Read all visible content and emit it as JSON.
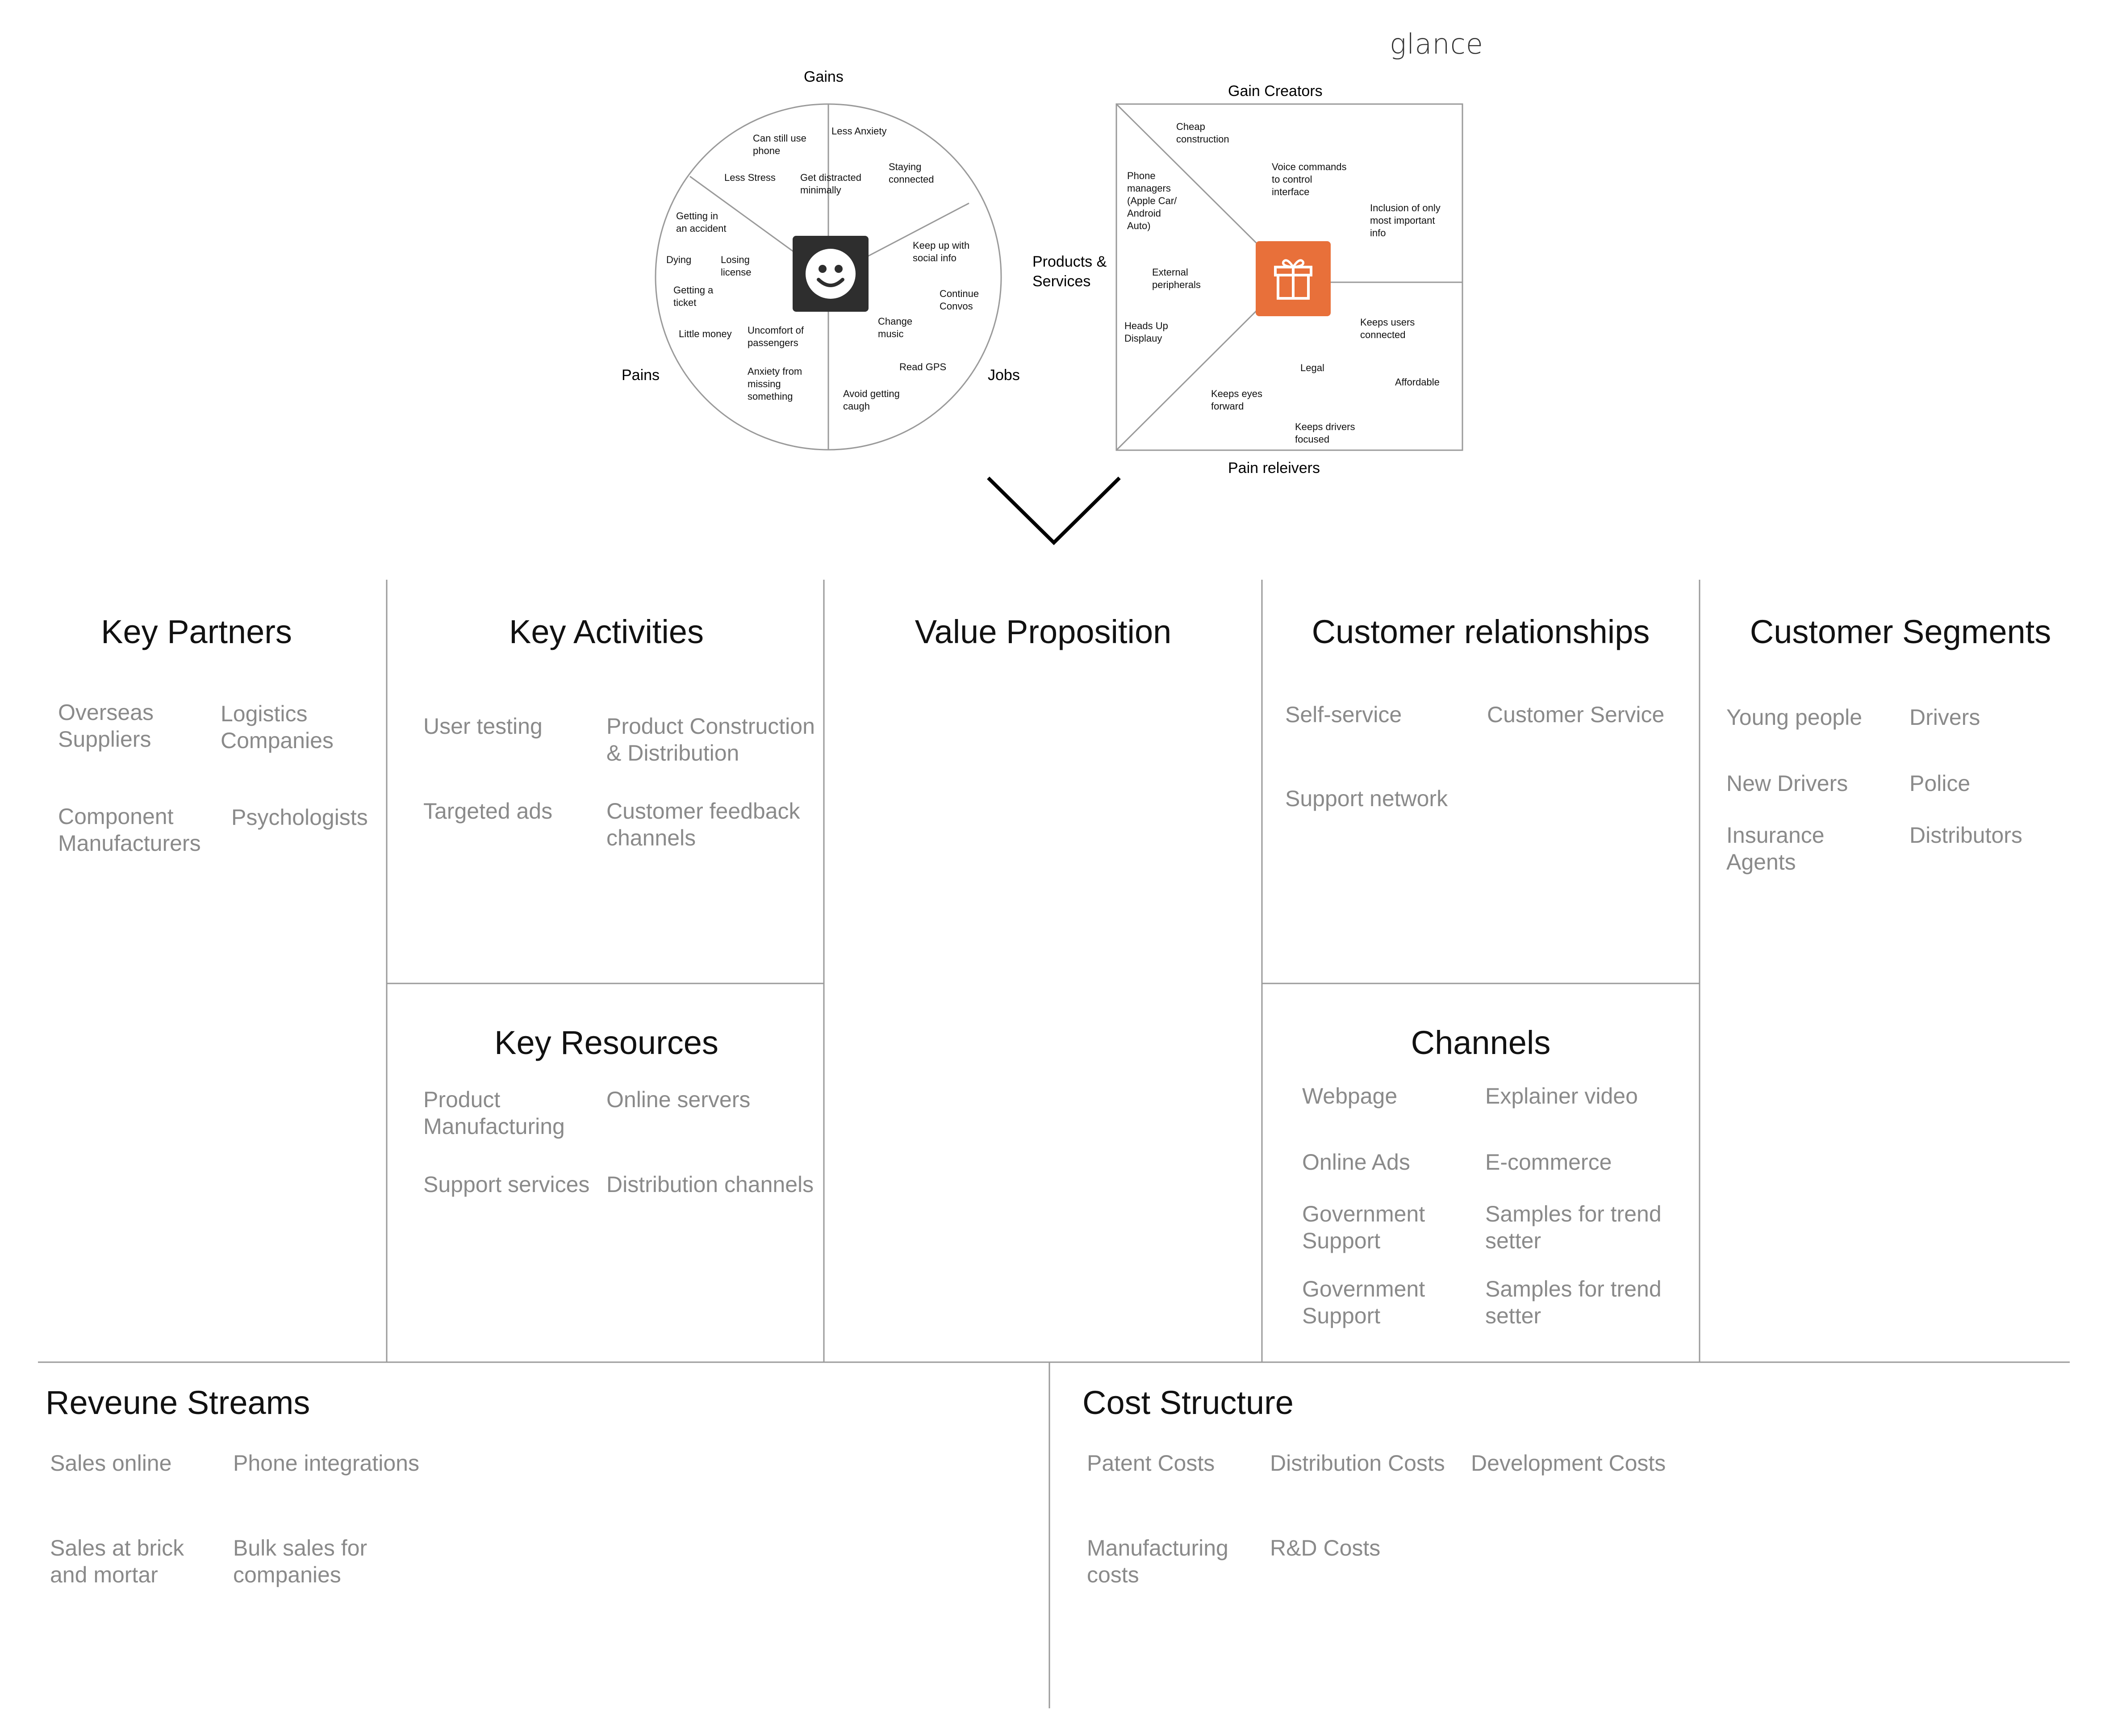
{
  "brand": {
    "logo_text": "glance"
  },
  "profile": {
    "labels": {
      "gains": "Gains",
      "pains": "Pains",
      "jobs": "Jobs"
    },
    "gains": [
      "Can still use\nphone",
      "Less Anxiety",
      "Less Stress",
      "Get distracted\nminimally",
      "Staying\nconnected"
    ],
    "pains": [
      "Getting in\nan accident",
      "Dying",
      "Losing\nlicense",
      "Getting a\nticket",
      "Little money",
      "Uncomfort of\npassengers",
      "Anxiety from\nmissing\nsomething"
    ],
    "jobs": [
      "Keep up with\nsocial info",
      "Continue\nConvos",
      "Change\nmusic",
      "Read GPS",
      "Avoid getting\ncaugh"
    ]
  },
  "value_map": {
    "labels": {
      "gain_creators": "Gain Creators",
      "products_services": "Products &\nServices",
      "pain_relievers": "Pain releivers"
    },
    "gain_creators": [
      "Cheap\nconstruction",
      "Voice commands\nto control\ninterface",
      "Inclusion of only\nmost important\ninfo"
    ],
    "products_services": [
      "Phone\nmanagers\n(Apple Car/\nAndroid\nAuto)",
      "External\nperipherals",
      "Heads Up\nDisplauy"
    ],
    "pain_relievers": [
      "Keeps users\nconnected",
      "Legal",
      "Affordable",
      "Keeps eyes\nforward",
      "Keeps drivers\nfocused"
    ],
    "icon_color": "#e8703a"
  },
  "canvas": {
    "key_partners": {
      "title": "Key Partners",
      "items": [
        "Overseas\nSuppliers",
        "Logistics\nCompanies",
        "Component\nManufacturers",
        "Psychologists"
      ]
    },
    "key_activities": {
      "title": "Key Activities",
      "items": [
        "User testing",
        "Product Construction\n& Distribution",
        "Targeted ads",
        "Customer feedback\nchannels"
      ]
    },
    "key_resources": {
      "title": "Key Resources",
      "items": [
        "Product\nManufacturing",
        "Online servers",
        "Support services",
        "Distribution channels"
      ]
    },
    "value_proposition": {
      "title": "Value Proposition"
    },
    "customer_relationships": {
      "title": "Customer relationships",
      "items": [
        "Self-service",
        "Customer Service",
        "Support network"
      ]
    },
    "channels": {
      "title": "Channels",
      "items": [
        "Webpage",
        "Explainer video",
        "Online Ads",
        "E-commerce",
        "Government\nSupport",
        "Samples for trend\nsetter",
        "Government\nSupport",
        "Samples for trend\nsetter"
      ]
    },
    "customer_segments": {
      "title": "Customer Segments",
      "items": [
        "Young people",
        "Drivers",
        "New Drivers",
        "Police",
        "Insurance\nAgents",
        "Distributors"
      ]
    },
    "revenue_streams": {
      "title": "Reveune Streams",
      "items": [
        "Sales online",
        "Phone integrations",
        "Sales at brick\nand mortar",
        "Bulk sales for\ncompanies"
      ]
    },
    "cost_structure": {
      "title": "Cost Structure",
      "items": [
        "Patent Costs",
        "Distribution Costs",
        "Development Costs",
        "Manufacturing\ncosts",
        "R&D Costs"
      ]
    }
  }
}
